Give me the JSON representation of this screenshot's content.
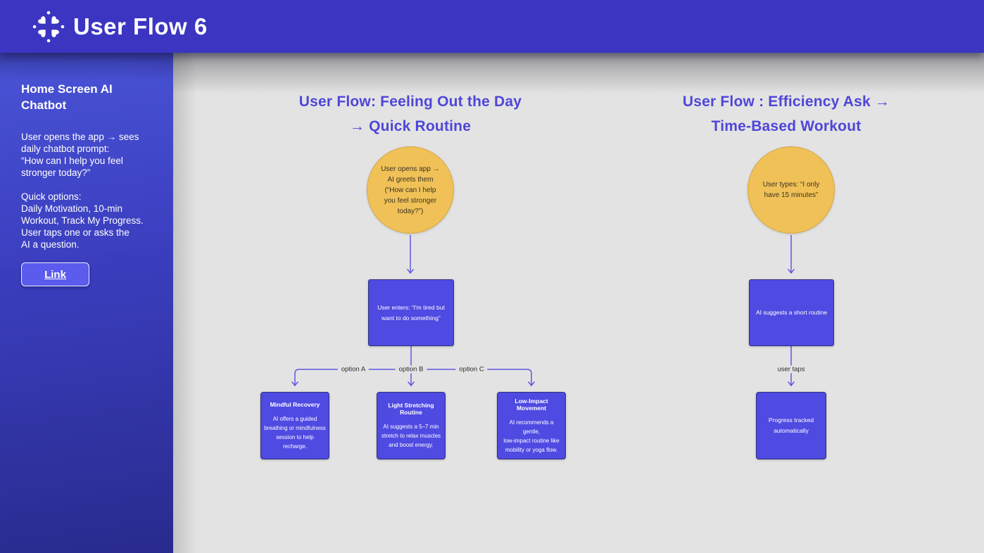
{
  "header": {
    "title": "User Flow 6",
    "logo": "clover-hearts-logo"
  },
  "sidebar": {
    "heading": "Home Screen AI\nChatbot",
    "description": "User opens the app → sees\ndaily chatbot prompt:\n“How can I help you feel\nstronger today?”",
    "options_text": "Quick options:\nDaily Motivation, 10-min\nWorkout, Track My Progress.\n User taps one or asks the\nAI a question.",
    "link_label": "Link"
  },
  "flow1": {
    "title": "User Flow: Feeling Out the Day\n→ Quick Routine",
    "start_node": "User opens app →\nAI greets them\n(“How can I help\nyou feel stronger\ntoday?”)",
    "step_node": "User enters: “I'm tired but\nwant to do something”",
    "branch_labels": [
      "option A",
      "option B",
      "option C"
    ],
    "options": [
      {
        "title": "Mindful Recovery",
        "body": "AI offers a guided\nbreathing or mindfulness\nsession to help\nrecharge."
      },
      {
        "title": "Light Stretching Routine",
        "body": "AI suggests a 5–7 min\nstretch to relax muscles\nand boost energy."
      },
      {
        "title": "Low-Impact Movement",
        "body": "AI recommends a gentle,\nlow-impact routine like\nmobility or yoga flow."
      }
    ]
  },
  "flow2": {
    "title": "User Flow : Efficiency Ask →\nTime-Based Workout",
    "start_node": "User types: “I only\nhave 15 minutes”",
    "step_node": "AI suggests a short routine",
    "edge_label": "user taps",
    "end_node": "Progress tracked\nautomatically"
  },
  "colors": {
    "header_bg": "#3b35c2",
    "sidebar_gradient_top": "#4a53d6",
    "sidebar_gradient_bottom": "#292a8e",
    "canvas_bg": "#e3e3e3",
    "flow_title_text": "#4f46d8",
    "node_blue_fill": "#4f4ae2",
    "node_blue_border": "#30307c",
    "node_yellow_fill": "#f0c157",
    "node_yellow_border": "#d6a84a",
    "connector": "#6157e2",
    "link_button_bg": "#5b5bee"
  }
}
